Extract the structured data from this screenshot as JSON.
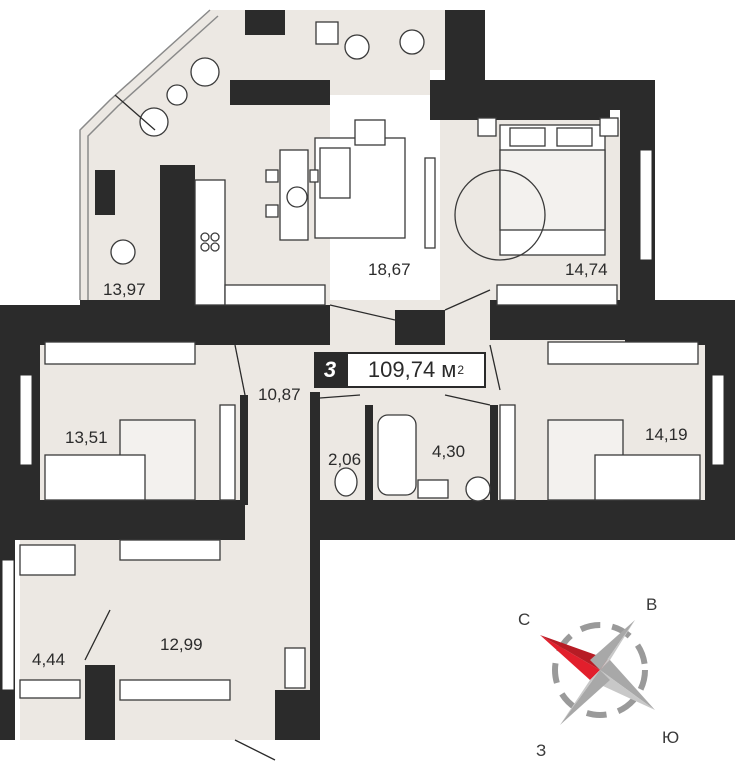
{
  "plan": {
    "rooms_count": "3",
    "total_area": "109,74 м",
    "total_unit_sup": "2",
    "room_areas": {
      "balcony": "13,97",
      "living": "18,67",
      "bedroom_master": "14,74",
      "bedroom_left": "13,51",
      "hall": "10,87",
      "wc": "2,06",
      "bathroom": "4,30",
      "bedroom_right": "14,19",
      "storage": "4,44",
      "entrance": "12,99"
    }
  },
  "compass": {
    "north": "С",
    "east": "В",
    "south": "Ю",
    "west": "З",
    "north_color": "#e21f2c",
    "body_color": "#9a9a9a"
  },
  "colors": {
    "wall": "#2b2b2b",
    "floor": "#ece8e3",
    "furniture_stroke": "#3a3a3a"
  }
}
